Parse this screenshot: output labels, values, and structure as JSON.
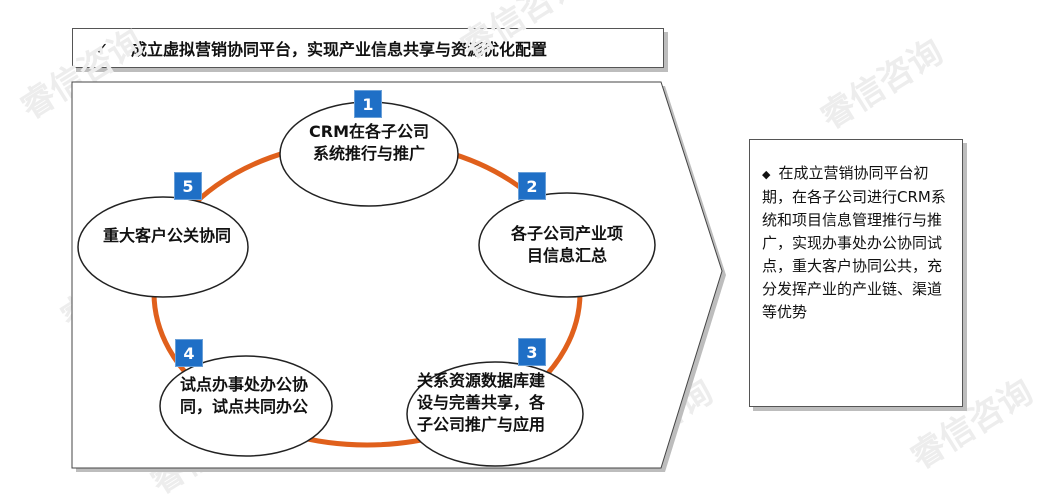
{
  "header": {
    "check": "✓",
    "title": "成立虚拟营销协同平台，实现产业信息共享与资源优化配置"
  },
  "cycle": {
    "ring_color": "#e0601c",
    "badge_color": "#1f6fc6",
    "nodes": [
      {
        "number": "1",
        "label": "CRM在各子公司系统推行与推广"
      },
      {
        "number": "2",
        "label": "各子公司产业项目信息汇总"
      },
      {
        "number": "3",
        "label": "关系资源数据库建设与完善共享，各子公司推广与应用"
      },
      {
        "number": "4",
        "label": "试点办事处办公协同，试点共同办公"
      },
      {
        "number": "5",
        "label": "重大客户公关协同"
      }
    ]
  },
  "side_note": {
    "bullet": "◆",
    "text": "在成立营销协同平台初期，在各子公司进行CRM系统和项目信息管理推行与推广，实现办事处办公协同试点，重大客户协同公共，充分发挥产业的产业链、渠道等优势"
  },
  "watermark": {
    "text": "睿信咨询"
  }
}
